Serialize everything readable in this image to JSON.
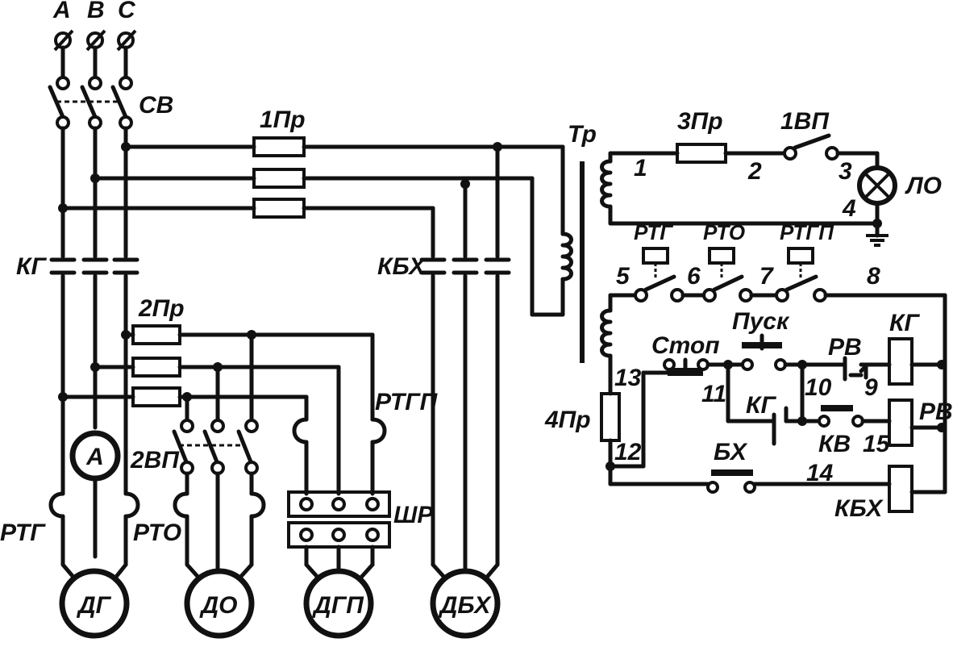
{
  "phases": [
    "A",
    "B",
    "C"
  ],
  "labels": {
    "main_switch": "СВ",
    "contactor_kg": "КГ",
    "contactor_kbx": "КБХ",
    "fuse_1": "1Пр",
    "fuse_2": "2Пр",
    "fuse_3": "3Пр",
    "fuse_4": "4Пр",
    "transformer": "Тр",
    "switch_1vp": "1ВП",
    "switch_2vp": "2ВП",
    "lamp": "ЛО",
    "ammeter": "А",
    "relay_rtg": "РТГ",
    "relay_rto": "РТО",
    "relay_rtgp": "РТГП",
    "plug": "ШР",
    "stop": "Стоп",
    "start": "Пуск",
    "rv": "РВ",
    "kv": "КВ",
    "bx": "БХ",
    "kg_coil": "КГ",
    "rv_coil": "РВ",
    "kbx_coil": "КБХ",
    "kg_contact": "КГ"
  },
  "motors": [
    "ДГ",
    "ДО",
    "ДГП",
    "ДБХ"
  ],
  "nodes": [
    "1",
    "2",
    "3",
    "4",
    "5",
    "6",
    "7",
    "8",
    "9",
    "10",
    "11",
    "12",
    "13",
    "14",
    "15"
  ]
}
